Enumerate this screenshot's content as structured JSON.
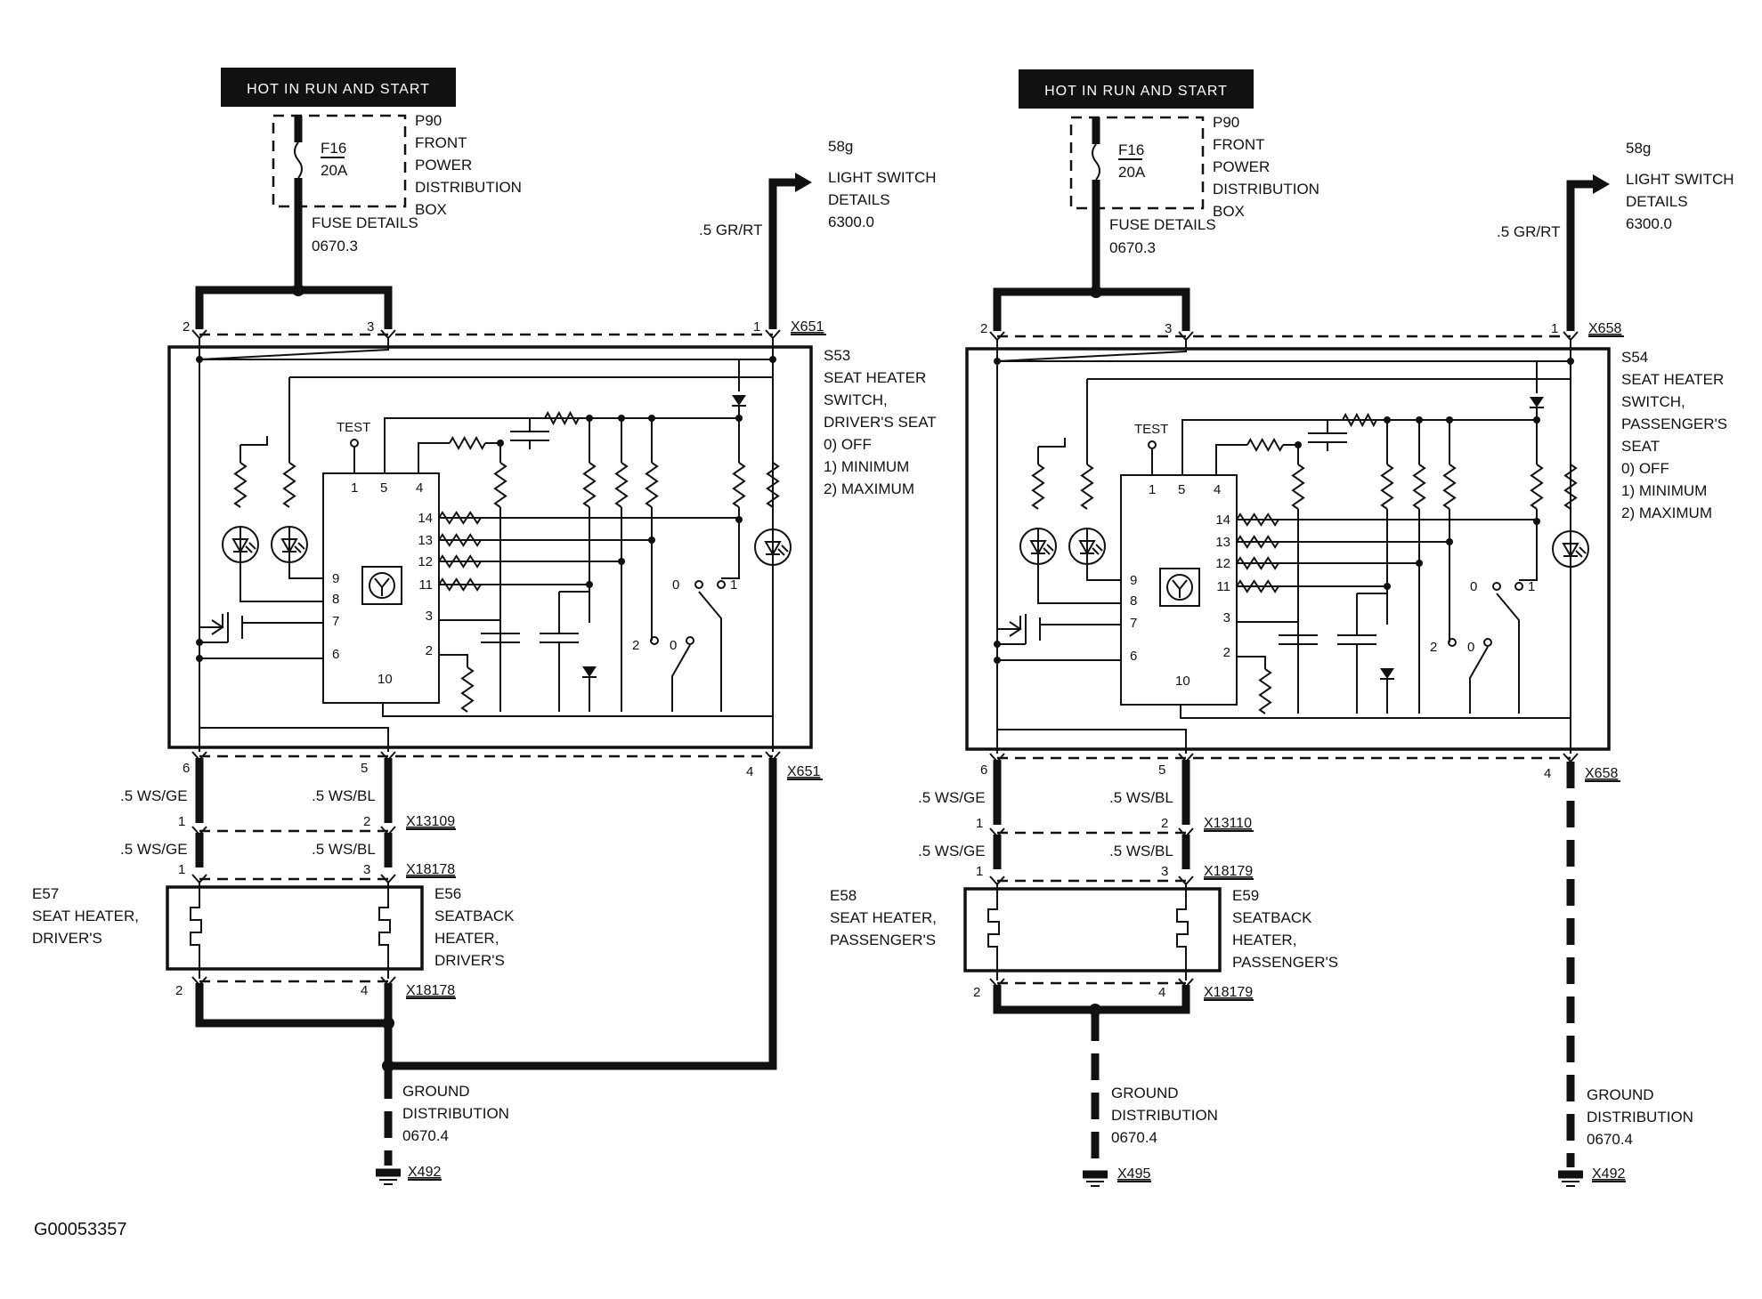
{
  "left": {
    "header": "HOT IN RUN AND START",
    "fuse": {
      "id": "F16",
      "rating": "20A"
    },
    "fuse_box": [
      "P90",
      "FRONT",
      "POWER",
      "DISTRIBUTION",
      "BOX"
    ],
    "fuse_details": [
      "FUSE DETAILS",
      "0670.3"
    ],
    "light_switch": [
      "58g",
      "LIGHT SWITCH",
      "DETAILS",
      "6300.0"
    ],
    "wire_top": ".5 GR/RT",
    "conn_top": "X651",
    "conn_bottom": "X651",
    "switch": [
      "S53",
      "SEAT HEATER",
      "SWITCH,",
      "DRIVER'S SEAT",
      "0)   OFF",
      "1)   MINIMUM",
      "2)   MAXIMUM"
    ],
    "test": "TEST",
    "pins_top": [
      "2",
      "3",
      "1"
    ],
    "pins_bottom": [
      "6",
      "5",
      "4"
    ],
    "wire_a": ".5 WS/GE",
    "wire_b": ".5 WS/BL",
    "conn_mid": "X13109",
    "conn_mid2": "X18178",
    "conn_low": "X18178",
    "pins_mid": [
      "1",
      "2"
    ],
    "pins_mid2": [
      "1",
      "3"
    ],
    "pins_low": [
      "2",
      "4"
    ],
    "heater_seat": [
      "E57",
      "SEAT HEATER,",
      "DRIVER'S"
    ],
    "heater_back": [
      "E56",
      "SEATBACK",
      "HEATER,",
      "DRIVER'S"
    ],
    "ground": [
      "GROUND",
      "DISTRIBUTION",
      "0670.4"
    ],
    "ground_conn": "X492",
    "ic_pins_top": [
      "1",
      "5",
      "4"
    ],
    "ic_pins_right": [
      "14",
      "13",
      "12",
      "11",
      "3",
      "2"
    ],
    "ic_pins_left": [
      "9",
      "8",
      "7",
      "6"
    ],
    "ic_pin_bottom": "10",
    "sw1": [
      "0",
      "1"
    ],
    "sw2": [
      "2",
      "0"
    ]
  },
  "right": {
    "header": "HOT IN RUN AND START",
    "fuse": {
      "id": "F16",
      "rating": "20A"
    },
    "fuse_box": [
      "P90",
      "FRONT",
      "POWER",
      "DISTRIBUTION",
      "BOX"
    ],
    "fuse_details": [
      "FUSE DETAILS",
      "0670.3"
    ],
    "light_switch": [
      "58g",
      "LIGHT SWITCH",
      "DETAILS",
      "6300.0"
    ],
    "wire_top": ".5 GR/RT",
    "conn_top": "X658",
    "conn_bottom": "X658",
    "switch": [
      "S54",
      "SEAT HEATER",
      "SWITCH,",
      "PASSENGER'S",
      "SEAT",
      "0)   OFF",
      "1)   MINIMUM",
      "2)   MAXIMUM"
    ],
    "test": "TEST",
    "pins_top": [
      "2",
      "3",
      "1"
    ],
    "pins_bottom": [
      "6",
      "5",
      "4"
    ],
    "wire_a": ".5 WS/GE",
    "wire_b": ".5 WS/BL",
    "conn_mid": "X13110",
    "conn_mid2": "X18179",
    "conn_low": "X18179",
    "pins_mid": [
      "1",
      "2"
    ],
    "pins_mid2": [
      "1",
      "3"
    ],
    "pins_low": [
      "2",
      "4"
    ],
    "heater_seat": [
      "E58",
      "SEAT HEATER,",
      "PASSENGER'S"
    ],
    "heater_back": [
      "E59",
      "SEATBACK",
      "HEATER,",
      "PASSENGER'S"
    ],
    "ground": [
      "GROUND",
      "DISTRIBUTION",
      "0670.4"
    ],
    "ground_conn": "X495",
    "ground2": [
      "GROUND",
      "DISTRIBUTION",
      "0670.4"
    ],
    "ground2_conn": "X492",
    "ic_pins_top": [
      "1",
      "5",
      "4"
    ],
    "ic_pins_right": [
      "14",
      "13",
      "12",
      "11",
      "3",
      "2"
    ],
    "ic_pins_left": [
      "9",
      "8",
      "7",
      "6"
    ],
    "ic_pin_bottom": "10",
    "sw1": [
      "0",
      "1"
    ],
    "sw2": [
      "2",
      "0"
    ]
  },
  "figure_code": "G00053357"
}
